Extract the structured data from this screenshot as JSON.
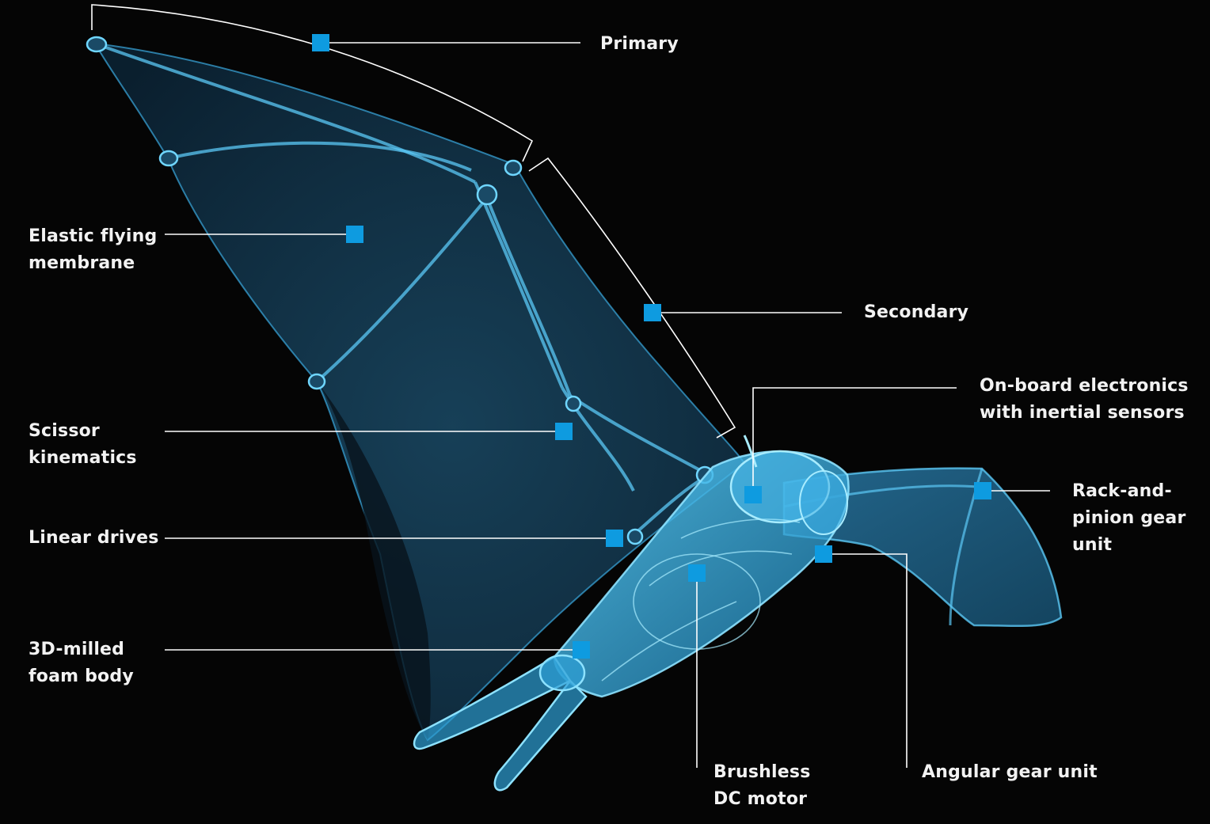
{
  "colors": {
    "background": "#050505",
    "wing_body": "#4fc6ff",
    "marker": "#0e9be0",
    "leader_line": "#ffffff",
    "label_text": "#f2f2f2"
  },
  "labels": {
    "primary": "Primary",
    "secondary": "Secondary",
    "membrane": [
      "Elastic flying",
      "membrane"
    ],
    "scissor": [
      "Scissor",
      "kinematics"
    ],
    "linear": [
      "Linear drives"
    ],
    "foam": [
      "3D-milled",
      "foam body"
    ],
    "electronics": [
      "On-board electronics",
      "with inertial sensors"
    ],
    "rack": [
      "Rack-and-",
      "pinion gear",
      "unit"
    ],
    "motor": [
      "Brushless",
      "DC motor"
    ],
    "angular": [
      "Angular gear unit"
    ]
  }
}
